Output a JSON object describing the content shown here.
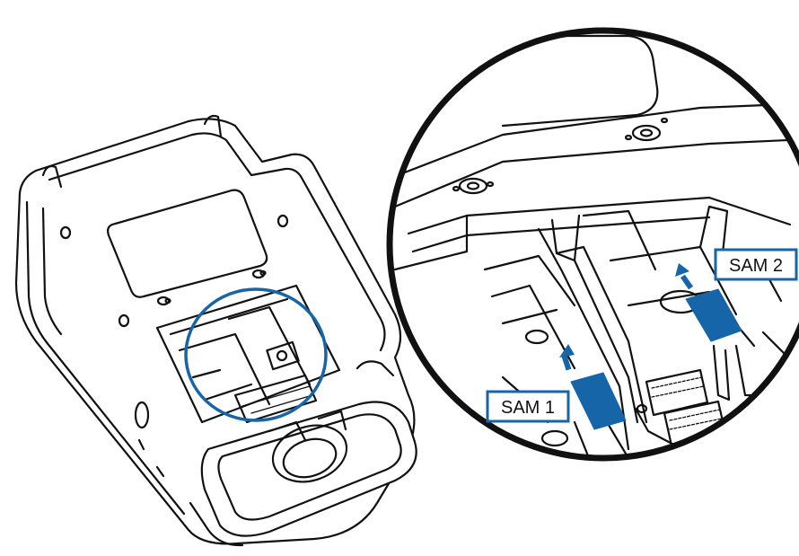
{
  "callouts": {
    "sam1": {
      "label": "SAM 1"
    },
    "sam2": {
      "label": "SAM 2"
    }
  },
  "colors": {
    "line": "#111111",
    "accent_blue": "#1565a8",
    "background": "#ffffff"
  },
  "icons": [
    "arrow-up-icon",
    "arrow-up-icon",
    "sam-card-icon",
    "sam-card-icon",
    "magnifier-circle"
  ]
}
